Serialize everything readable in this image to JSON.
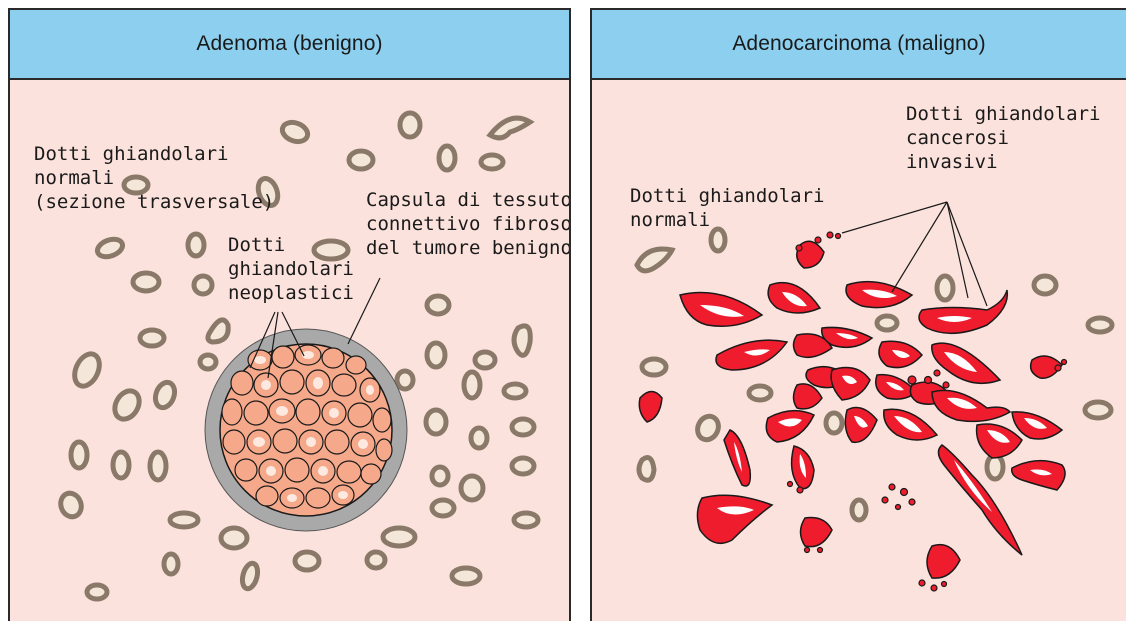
{
  "left_panel": {
    "title": "Adenoma (benigno)",
    "labels": {
      "normal_ducts": "Dotti ghiandolari\nnormali\n(sezione trasversale)",
      "neoplastic_ducts": "Dotti\nghiandolari\nneoplastici",
      "capsule": "Capsula di tessuto\nconnettivo fibroso\ndel tumore benigno"
    }
  },
  "right_panel": {
    "title": "Adenocarcinoma (maligno)",
    "labels": {
      "normal_ducts": "Dotti ghiandolari\nnormali",
      "cancerous_ducts": "Dotti ghiandolari\ncancerosi\ninvasivi"
    }
  },
  "colors": {
    "header": "#8ccfee",
    "tissue": "#fbe2dc",
    "normal_duct_border": "#8a7968",
    "cancer": "#ef1c2e",
    "neoplastic_cell": "#f6a98a",
    "capsule": "#a9a9a9"
  }
}
